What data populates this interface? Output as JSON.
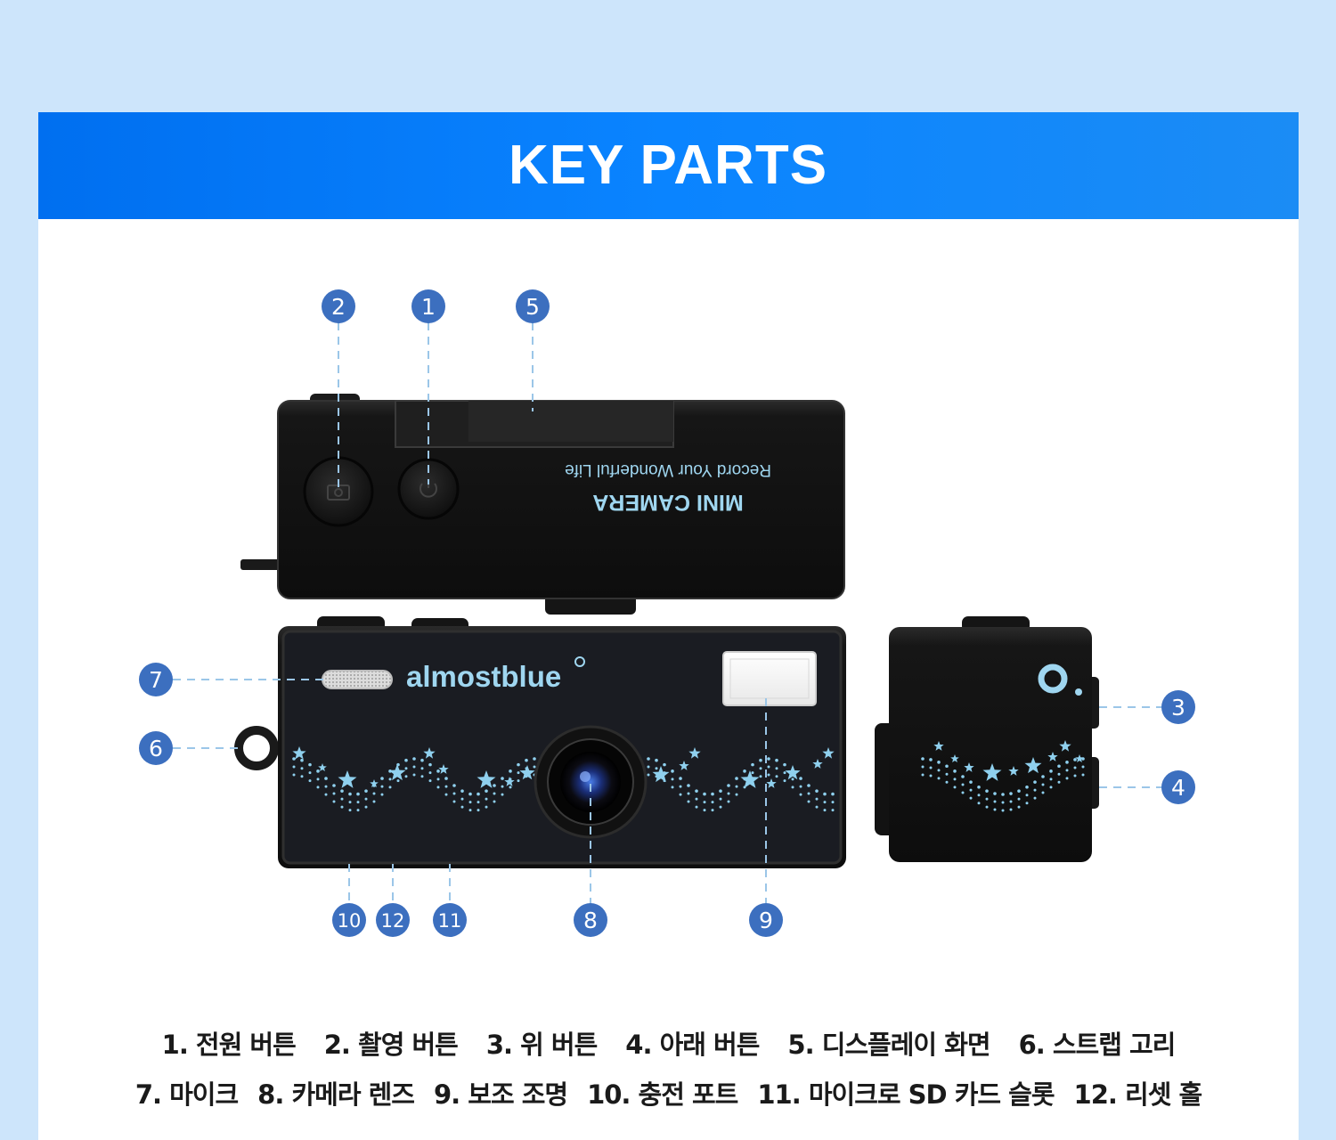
{
  "header": {
    "title": "KEY PARTS"
  },
  "camera": {
    "brand": "almostblue",
    "top_model": "MINI CAMERA",
    "top_slogan": "Record Your Wonderful Life"
  },
  "callouts": [
    "1",
    "2",
    "3",
    "4",
    "5",
    "6",
    "7",
    "8",
    "9",
    "10",
    "11",
    "12"
  ],
  "legend": {
    "row1": [
      "1. 전원 버튼",
      "2. 촬영 버튼",
      "3. 위 버튼",
      "4. 아래 버튼",
      "5. 디스플레이 화면",
      "6. 스트랩 고리"
    ],
    "row2": [
      "7. 마이크",
      "8. 카메라 렌즈",
      "9. 보조 조명",
      "10. 충전 포트",
      "11. 마이크로 SD 카드 슬롯",
      "12. 리셋 홀"
    ]
  },
  "colors": {
    "page_bg": "#cde5fb",
    "banner": "#0a84ff",
    "marker": "#3c6fbf",
    "body": "#151515",
    "accent": "#8fd0ee"
  }
}
